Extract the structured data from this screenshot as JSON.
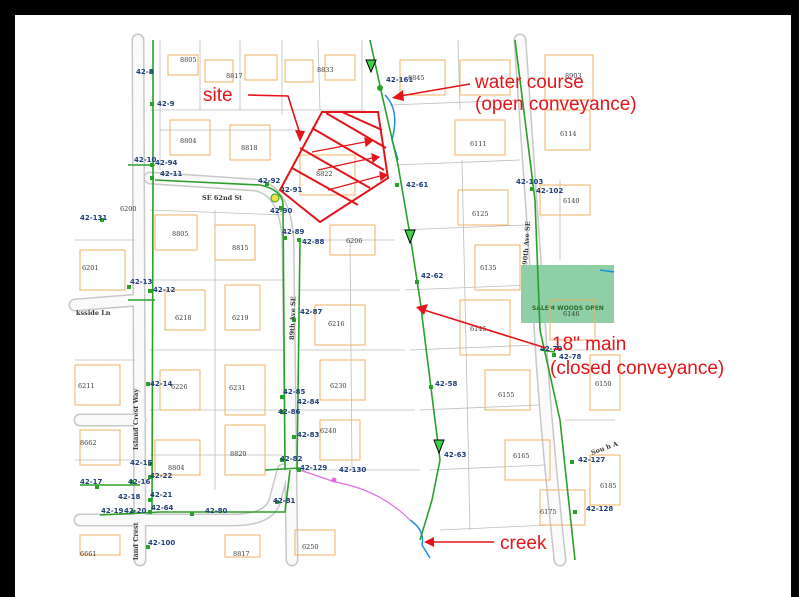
{
  "annotations": {
    "site": "site",
    "water_course_1": "water course",
    "water_course_2": "(open conveyance)",
    "main_1": "18\" main",
    "main_2": "(closed conveyance)",
    "creek": "creek"
  },
  "streets": {
    "se_62nd": "SE 62nd St",
    "ave_89th": "89th Ave SE",
    "ave_90th": "90th Ave SE",
    "island_crest": "Island Crest Way",
    "island_crest_lower": "land Crest",
    "lakeside": "ksside Ln",
    "sound": "Sou h A"
  },
  "park": "SALEM WOODS OPEN",
  "addresses": [
    "8805",
    "8817",
    "8833",
    "8845",
    "8903",
    "6114",
    "6111",
    "8804",
    "8818",
    "8822",
    "6125",
    "6140",
    "6200",
    "8805",
    "8815",
    "6206",
    "6201",
    "6135",
    "6218",
    "6219",
    "6216",
    "6146",
    "6145",
    "6211",
    "6226",
    "6231",
    "6230",
    "6150",
    "6155",
    "8662",
    "8804",
    "8820",
    "6240",
    "6165",
    "6175",
    "6185",
    "6250",
    "8817",
    "6661"
  ],
  "nodes": [
    "42-8",
    "42-9",
    "42-161",
    "42-10",
    "42-94",
    "42-11",
    "42-92",
    "42-91",
    "42-90",
    "42-61",
    "42-103",
    "42-102",
    "42-131",
    "42-89",
    "42-88",
    "42-13",
    "42-12",
    "42-62",
    "42-87",
    "42-79",
    "42-78",
    "42-14",
    "42-85",
    "42-84",
    "42-86",
    "42-58",
    "42-83",
    "42-15",
    "42-22",
    "42-82",
    "42-129",
    "42-130",
    "42-63",
    "42-127",
    "42-17",
    "42-16",
    "42-18",
    "42-21",
    "42-19",
    "42-20",
    "42-64",
    "42-80",
    "42-81",
    "42-128",
    "42-100"
  ],
  "colors": {
    "annotation": "#e3151a",
    "pipe": "#2aa02a",
    "water": "#1a8fe0",
    "parcel": "#f0b060",
    "park": "#8ecfa7",
    "private_line": "#e36ae3"
  }
}
